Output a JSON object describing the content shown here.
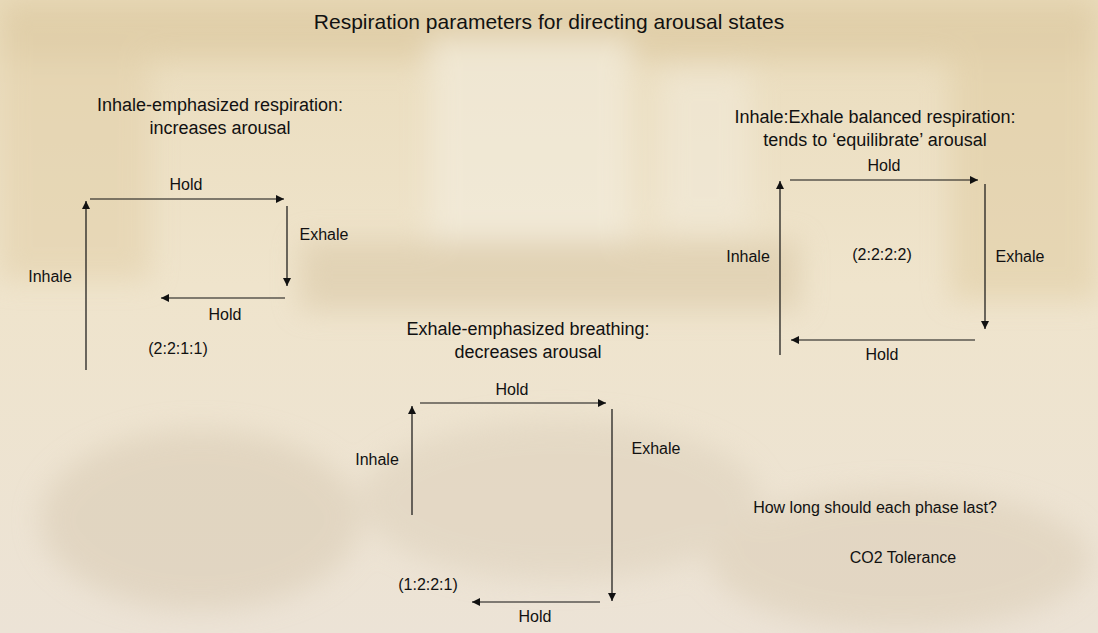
{
  "diagram": {
    "title": "Respiration parameters for directing arousal states",
    "labels": [
      "Inhale-emphasized respiration: increases arousal",
      "Hold",
      "Exhale",
      "Inhale",
      "Hold",
      "(2:2:1:1)",
      "Inhale:Exhale balanced respiration: tends to ‘equilibrate’ arousal",
      "Hold",
      "Inhale",
      "(2:2:2:2)",
      "Exhale",
      "Hold",
      "Exhale-emphasized breathing: decreases arousal",
      "Hold",
      "Inhale",
      "Exhale",
      "(1:2:2:1)",
      "Hold",
      "How long should each phase last?",
      "CO2 Tolerance"
    ]
  }
}
